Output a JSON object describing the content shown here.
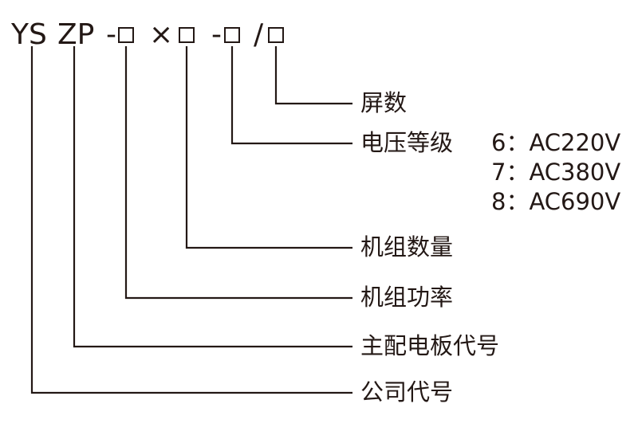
{
  "code": {
    "prefix_ys": "YS",
    "prefix_zp": "ZP",
    "dash_power": "-",
    "times_sign": "×",
    "dash_voltage": "-",
    "slash_screens": "/"
  },
  "labels": {
    "screens": "屏数",
    "voltage_level": "电压等级",
    "unit_count": "机组数量",
    "unit_power": "机组功率",
    "main_board_code": "主配电板代号",
    "company_code": "公司代号"
  },
  "voltage_options": [
    "6：AC220V",
    "7：AC380V",
    "8：AC690V"
  ],
  "colors": {
    "ink": "#231815",
    "background": "#ffffff"
  }
}
